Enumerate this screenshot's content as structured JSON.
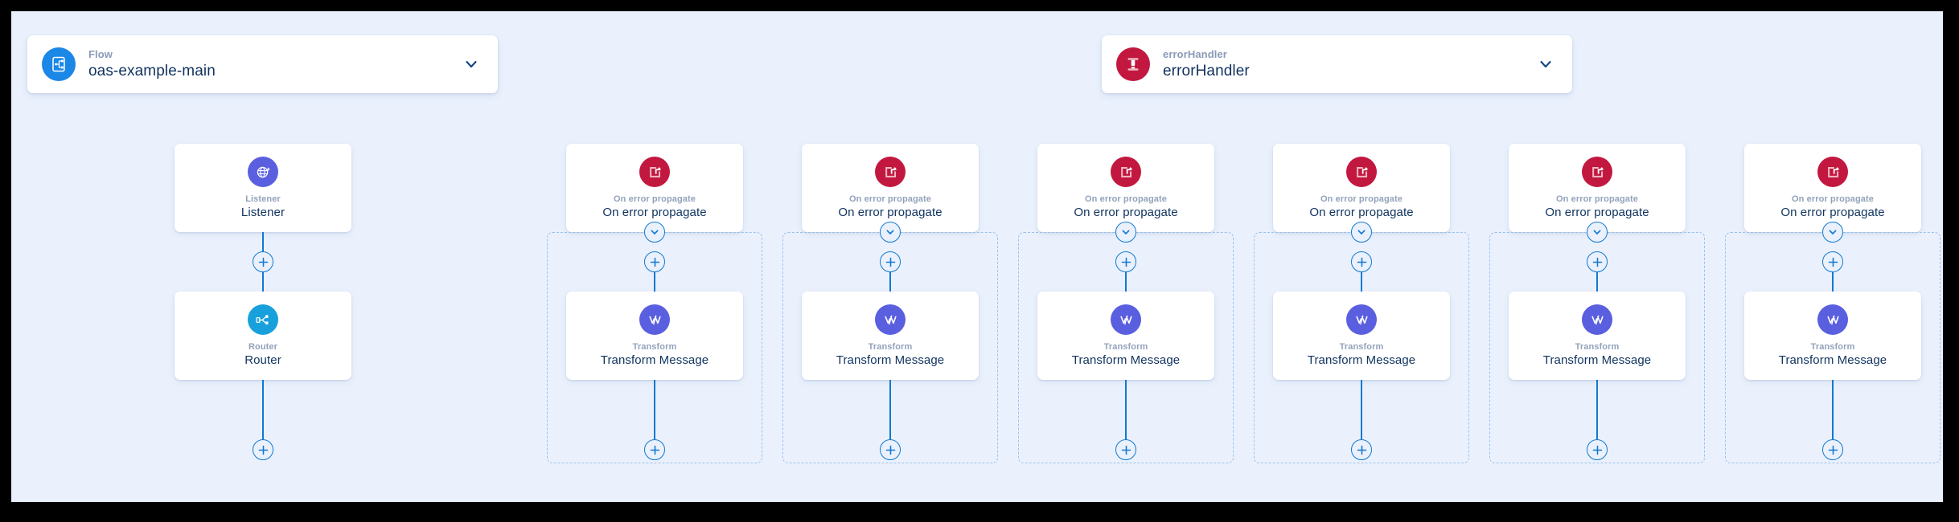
{
  "canvas": {
    "background": "#eaf1fd",
    "border_color": "#000000"
  },
  "colors": {
    "flow_icon": "#1b87e6",
    "error_icon": "#c2183f",
    "listener_icon": "#5a5fe0",
    "router_icon": "#18a0dc",
    "transform_icon": "#5a5fe0",
    "propagate_icon": "#c2183f",
    "connector": "#1279cf",
    "scope_dashed": "#9dc0e8",
    "title_text": "#10335f",
    "subtitle_text": "#93a2bb"
  },
  "headers": [
    {
      "id": "flow",
      "subtitle": "Flow",
      "title": "oas-example-main",
      "icon": "flow-icon",
      "chevron": "chevron-down-icon"
    },
    {
      "id": "errorHandler",
      "subtitle": "errorHandler",
      "title": "errorHandler",
      "icon": "error-handler-icon",
      "chevron": "chevron-down-icon"
    }
  ],
  "flow_column": {
    "nodes": [
      {
        "subtitle": "Listener",
        "title": "Listener",
        "icon": "globe-listener-icon"
      },
      {
        "subtitle": "Router",
        "title": "Router",
        "icon": "router-share-icon"
      }
    ],
    "add_buttons": [
      "add-step-icon",
      "add-step-icon"
    ]
  },
  "error_handlers": [
    {
      "header": {
        "subtitle": "On error propagate",
        "title": "On error propagate",
        "icon": "on-error-propagate-icon"
      },
      "collapse": "chevron-down-icon",
      "add_top": "add-step-icon",
      "step": {
        "subtitle": "Transform",
        "title": "Transform Message",
        "icon": "transform-dataweave-icon"
      },
      "add_bottom": "add-step-icon"
    },
    {
      "header": {
        "subtitle": "On error propagate",
        "title": "On error propagate",
        "icon": "on-error-propagate-icon"
      },
      "collapse": "chevron-down-icon",
      "add_top": "add-step-icon",
      "step": {
        "subtitle": "Transform",
        "title": "Transform Message",
        "icon": "transform-dataweave-icon"
      },
      "add_bottom": "add-step-icon"
    },
    {
      "header": {
        "subtitle": "On error propagate",
        "title": "On error propagate",
        "icon": "on-error-propagate-icon"
      },
      "collapse": "chevron-down-icon",
      "add_top": "add-step-icon",
      "step": {
        "subtitle": "Transform",
        "title": "Transform Message",
        "icon": "transform-dataweave-icon"
      },
      "add_bottom": "add-step-icon"
    },
    {
      "header": {
        "subtitle": "On error propagate",
        "title": "On error propagate",
        "icon": "on-error-propagate-icon"
      },
      "collapse": "chevron-down-icon",
      "add_top": "add-step-icon",
      "step": {
        "subtitle": "Transform",
        "title": "Transform Message",
        "icon": "transform-dataweave-icon"
      },
      "add_bottom": "add-step-icon"
    },
    {
      "header": {
        "subtitle": "On error propagate",
        "title": "On error propagate",
        "icon": "on-error-propagate-icon"
      },
      "collapse": "chevron-down-icon",
      "add_top": "add-step-icon",
      "step": {
        "subtitle": "Transform",
        "title": "Transform Message",
        "icon": "transform-dataweave-icon"
      },
      "add_bottom": "add-step-icon"
    },
    {
      "header": {
        "subtitle": "On error propagate",
        "title": "On error propagate",
        "icon": "on-error-propagate-icon"
      },
      "collapse": "chevron-down-icon",
      "add_top": "add-step-icon",
      "step": {
        "subtitle": "Transform",
        "title": "Transform Message",
        "icon": "transform-dataweave-icon"
      },
      "add_bottom": "add-step-icon"
    }
  ]
}
